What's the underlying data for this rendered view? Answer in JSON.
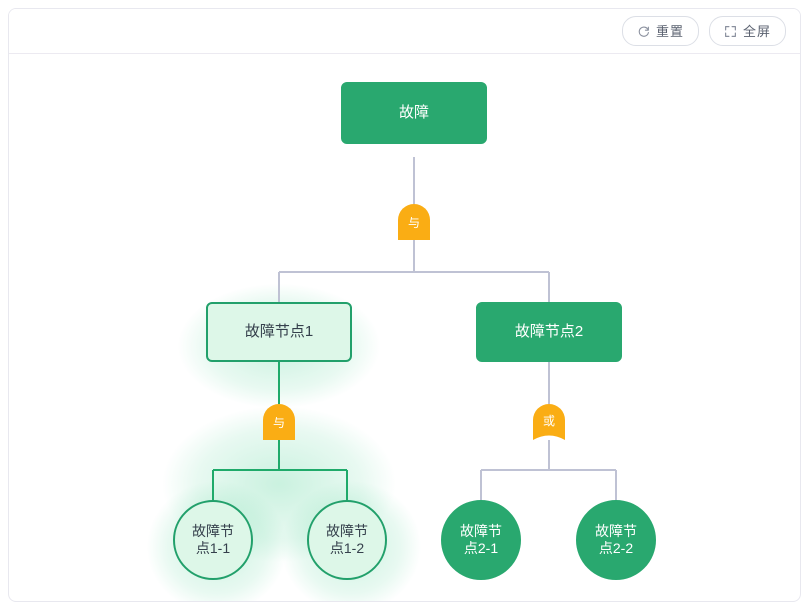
{
  "toolbar": {
    "reset": {
      "label": "重置",
      "icon": "refresh-icon"
    },
    "fullscreen": {
      "label": "全屏",
      "icon": "fullscreen-icon"
    }
  },
  "colors": {
    "node_fill": "#29a86f",
    "node_selected_fill": "#ddf7e8",
    "node_selected_border": "#22a06b",
    "gate": "#faad14",
    "edge": "#bfc2d4",
    "edge_highlight": "#1faa6a",
    "card_border": "#e8e8ef",
    "text_on_fill": "#ffffff",
    "text_on_selected": "#35404c"
  },
  "tree": {
    "root": {
      "label": "故障",
      "state": "normal"
    },
    "gates": [
      {
        "id": "g0",
        "label": "与",
        "type": "and"
      },
      {
        "id": "g1",
        "label": "与",
        "type": "and"
      },
      {
        "id": "g2",
        "label": "或",
        "type": "or"
      }
    ],
    "level2": [
      {
        "id": "n1",
        "label": "故障节点1",
        "state": "selected"
      },
      {
        "id": "n2",
        "label": "故障节点2",
        "state": "normal"
      }
    ],
    "leaves": [
      {
        "id": "n11",
        "label": "故障节\n点1-1",
        "state": "selected"
      },
      {
        "id": "n12",
        "label": "故障节\n点1-2",
        "state": "selected"
      },
      {
        "id": "n21",
        "label": "故障节\n点2-1",
        "state": "normal"
      },
      {
        "id": "n22",
        "label": "故障节\n点2-2",
        "state": "normal"
      }
    ]
  }
}
